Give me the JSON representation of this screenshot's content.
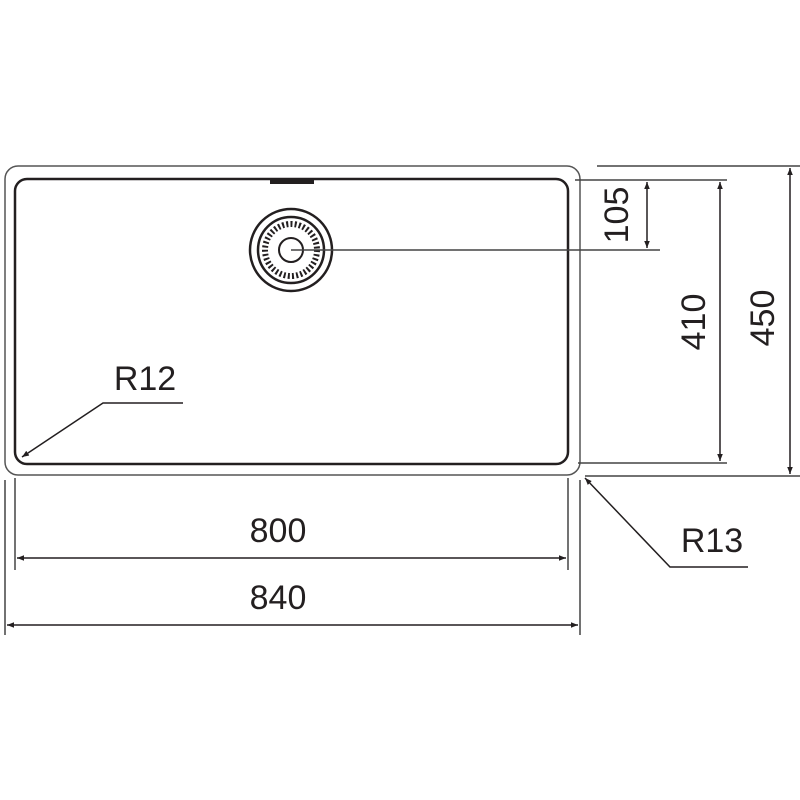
{
  "dimensions": {
    "inner_width": "800",
    "outer_width": "840",
    "inner_depth": "410",
    "outer_depth": "450",
    "drain_offset": "105",
    "inner_radius": "R12",
    "outer_radius": "R13"
  },
  "colors": {
    "line": "#231f20",
    "light_line": "#6d6e70"
  }
}
